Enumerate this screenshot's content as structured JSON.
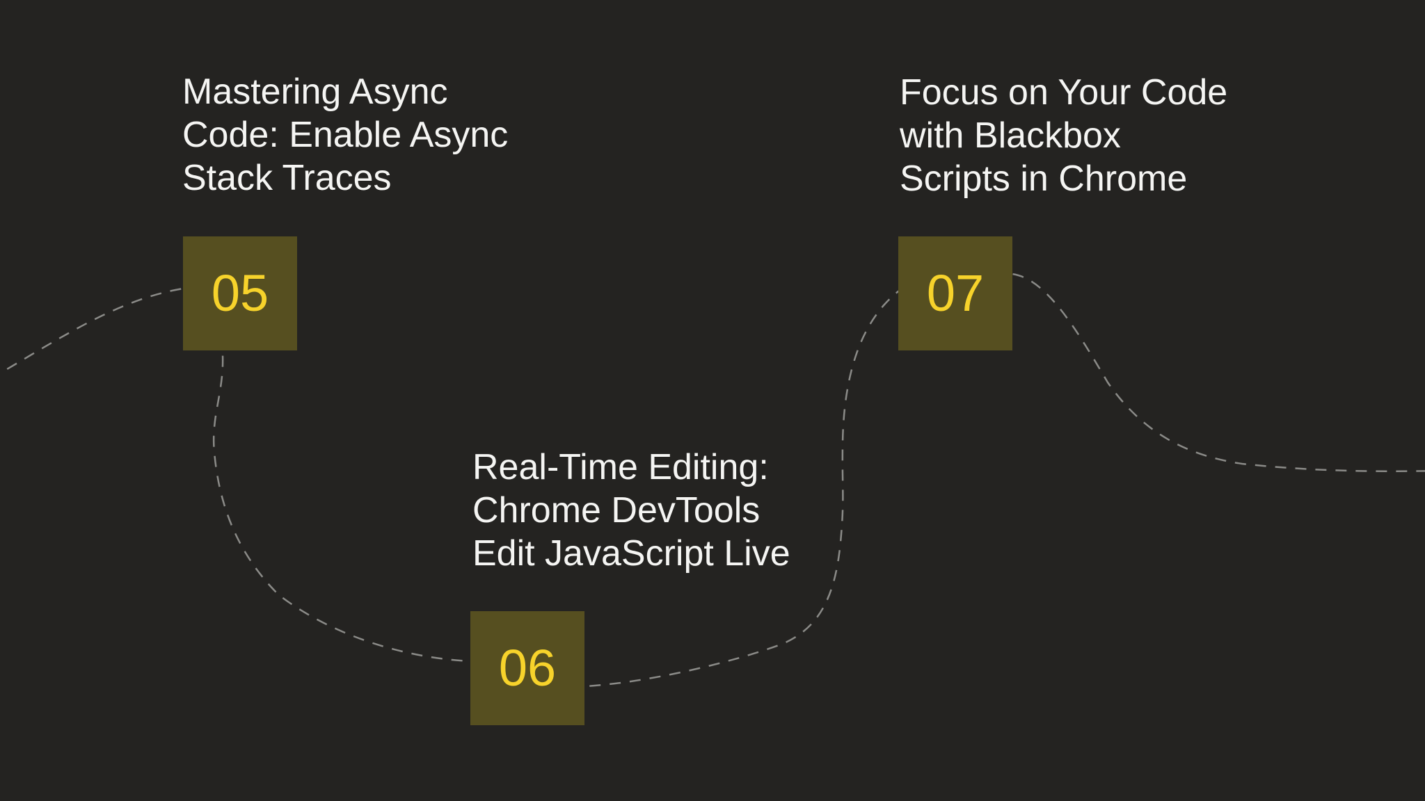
{
  "diagram": {
    "kind": "roadmap-steps",
    "steps": [
      {
        "number": "05",
        "title": "Mastering Async\nCode: Enable Async\nStack Traces"
      },
      {
        "number": "06",
        "title": "Real-Time Editing:\nChrome DevTools\nEdit JavaScript Live"
      },
      {
        "number": "07",
        "title": "Focus on Your Code\nwith Blackbox\nScripts in Chrome"
      }
    ],
    "colors": {
      "background": "#242321",
      "step_box": "#564f20",
      "step_number": "#f7d32b",
      "title_text": "#f5f5f3",
      "connector_dash": "#8b8b88"
    }
  }
}
